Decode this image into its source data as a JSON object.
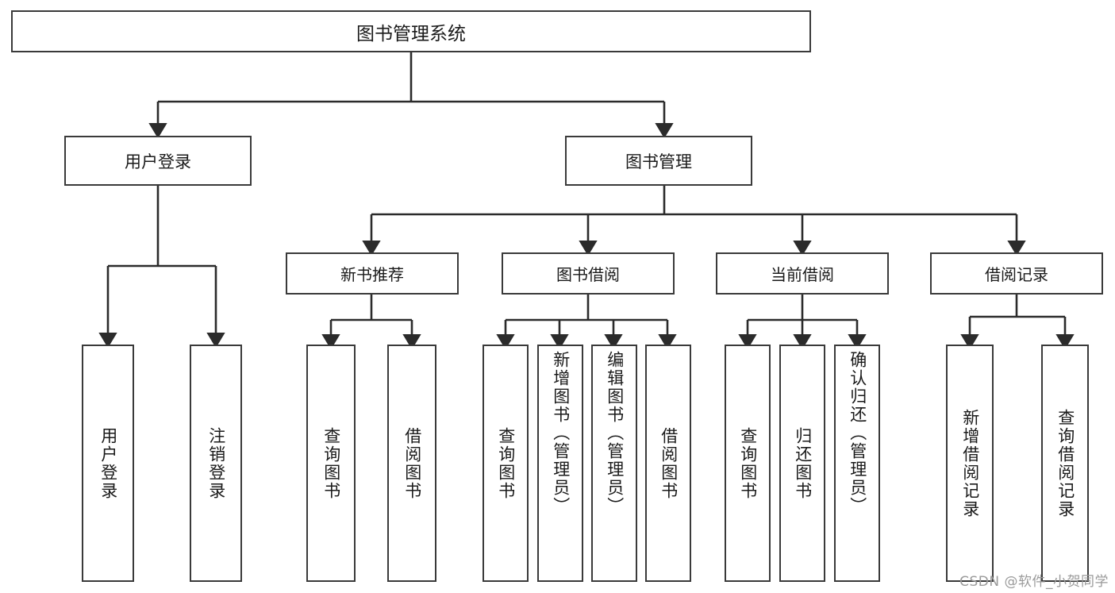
{
  "diagram": {
    "type": "tree",
    "title": "图书管理系统",
    "watermark": "CSDN @软件_小贺同学",
    "colors": {
      "box_border": "#3a3a3a",
      "box_fill": "#ffffff",
      "edge": "#2b2b2b",
      "text": "#1a1a1a",
      "watermark": "#9a9a9a",
      "background": "#ffffff"
    },
    "nodes": {
      "root": {
        "label": "图书管理系统"
      },
      "level2": [
        {
          "id": "user-login",
          "label": "用户登录"
        },
        {
          "id": "book-manage",
          "label": "图书管理"
        }
      ],
      "level3": [
        {
          "id": "new-book-recommend",
          "label": "新书推荐"
        },
        {
          "id": "book-borrow",
          "label": "图书借阅"
        },
        {
          "id": "current-borrow",
          "label": "当前借阅"
        },
        {
          "id": "borrow-record",
          "label": "借阅记录"
        }
      ],
      "leaves": {
        "user-login": [
          {
            "id": "leaf-user-login",
            "label": "用户登录"
          },
          {
            "id": "leaf-logout-login",
            "label": "注销登录"
          }
        ],
        "new-book-recommend": [
          {
            "id": "leaf-query-book-1",
            "label": "查询图书"
          },
          {
            "id": "leaf-borrow-book-1",
            "label": "借阅图书"
          }
        ],
        "book-borrow": [
          {
            "id": "leaf-query-book-2",
            "label": "查询图书"
          },
          {
            "id": "leaf-add-book",
            "label": "新增图书（管理员）"
          },
          {
            "id": "leaf-edit-book",
            "label": "编辑图书（管理员）"
          },
          {
            "id": "leaf-borrow-book-2",
            "label": "借阅图书"
          }
        ],
        "current-borrow": [
          {
            "id": "leaf-query-book-3",
            "label": "查询图书"
          },
          {
            "id": "leaf-return-book",
            "label": "归还图书"
          },
          {
            "id": "leaf-confirm-return",
            "label": "确认归还（管理员）"
          }
        ],
        "borrow-record": [
          {
            "id": "leaf-add-record",
            "label": "新增借阅记录"
          },
          {
            "id": "leaf-query-record",
            "label": "查询借阅记录"
          }
        ]
      }
    }
  }
}
